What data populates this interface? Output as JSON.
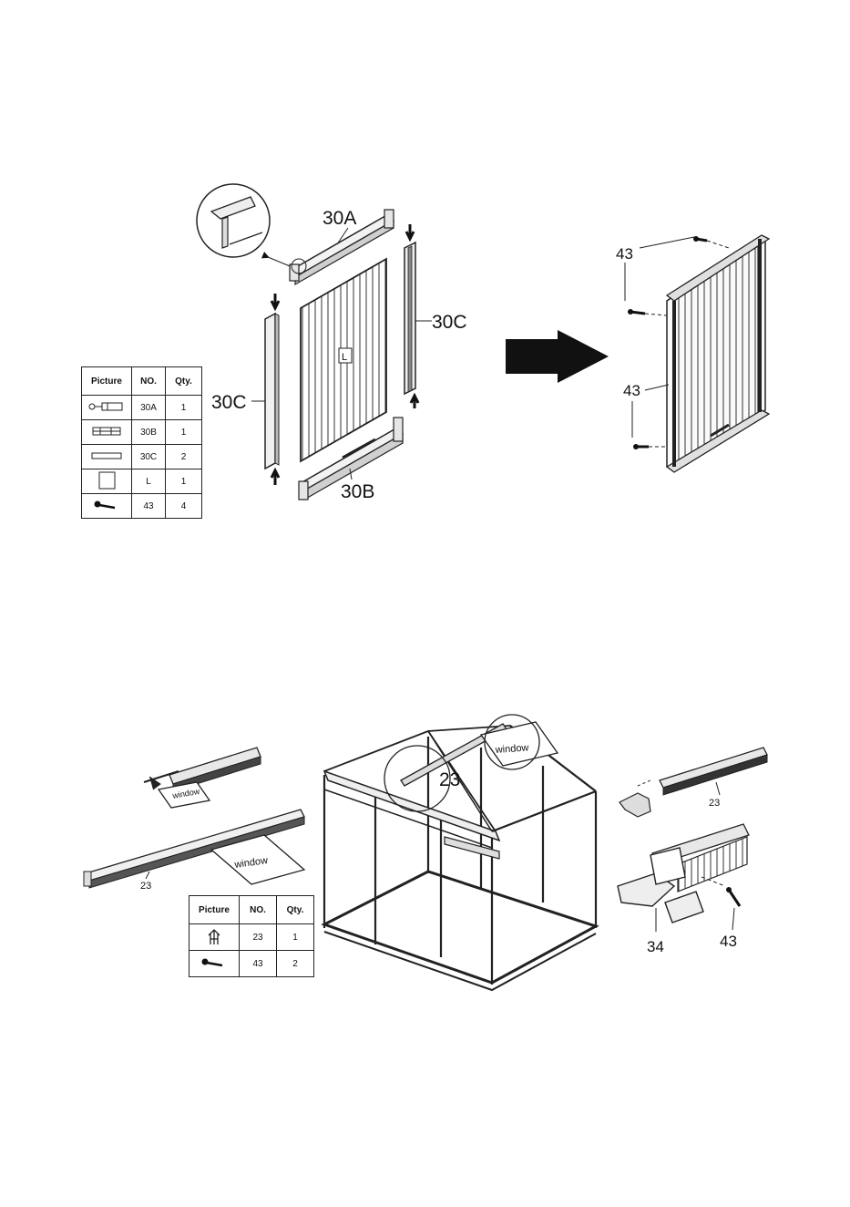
{
  "step1": {
    "labels": {
      "top_rail": "30A",
      "bottom_rail": "30B",
      "side_left": "30C",
      "side_right": "30C",
      "panel": "L",
      "screw_top": "43",
      "screw_bottom": "43"
    },
    "parts_table": {
      "headers": [
        "Picture",
        "NO.",
        "Qty."
      ],
      "rows": [
        {
          "icon": "top-rail-icon",
          "no": "30A",
          "qty": "1"
        },
        {
          "icon": "bottom-rail-icon",
          "no": "30B",
          "qty": "1"
        },
        {
          "icon": "side-rail-icon",
          "no": "30C",
          "qty": "2"
        },
        {
          "icon": "panel-icon",
          "no": "L",
          "qty": "1"
        },
        {
          "icon": "screw-icon",
          "no": "43",
          "qty": "4"
        }
      ]
    }
  },
  "step2": {
    "labels": {
      "roof_bar_main": "23",
      "window_left_top": "window",
      "window_left_bottom": "window",
      "bar_left": "23",
      "window_frame": "window",
      "bar_right": "23",
      "connector": "34",
      "screw": "43"
    },
    "parts_table": {
      "headers": [
        "Picture",
        "NO.",
        "Qty."
      ],
      "rows": [
        {
          "icon": "roof-bar-icon",
          "no": "23",
          "qty": "1"
        },
        {
          "icon": "screw-icon",
          "no": "43",
          "qty": "2"
        }
      ]
    }
  }
}
